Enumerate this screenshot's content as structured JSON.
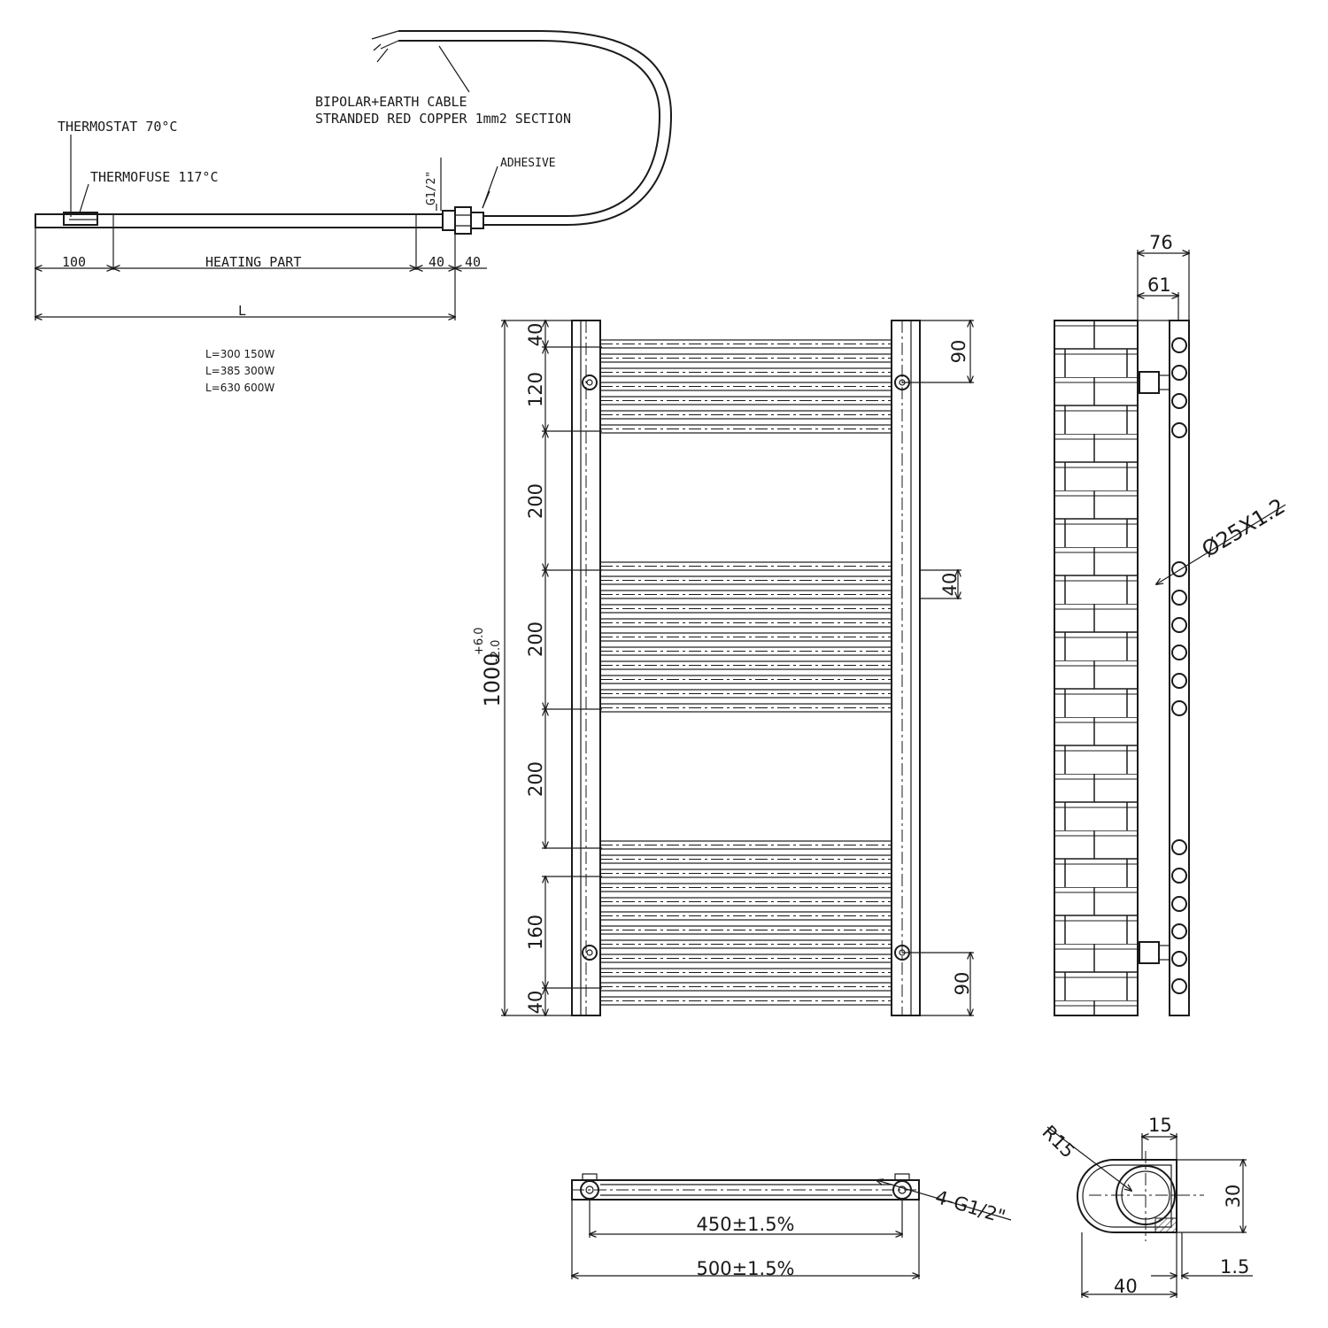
{
  "heater": {
    "thermostat": "THERMOSTAT 70°C",
    "thermofuse": "THERMOFUSE 117°C",
    "cable_line1": "BIPOLAR+EARTH CABLE",
    "cable_line2": "STRANDED RED COPPER 1mm2 SECTION",
    "adhesive": "ADHESIVE",
    "thread": "G1/2\"",
    "dim_100": "100",
    "dim_heating": "HEATING PART",
    "dim_40a": "40",
    "dim_40b": "40",
    "dim_L": "L",
    "power_table": [
      "L=300 150W",
      "L=385 300W",
      "L=630 600W"
    ]
  },
  "front": {
    "dim_top_40": "40",
    "dim_120": "120",
    "dim_200a": "200",
    "dim_200b": "200",
    "dim_200c": "200",
    "dim_160": "160",
    "dim_bottom_40": "40",
    "height_main": "1000",
    "tol_plus": "+6.0",
    "tol_minus": "-2.0",
    "dim_right_90_top": "90",
    "dim_right_40": "40",
    "dim_right_90_bottom": "90"
  },
  "side": {
    "dim_76": "76",
    "dim_61": "61",
    "tube": "Ø25X1.2"
  },
  "top_view": {
    "dim_450": "450±1.5%",
    "dim_500": "500±1.5%",
    "connections": "4-G1/2\""
  },
  "bracket": {
    "radius": "R15",
    "dim_15": "15",
    "dim_30": "30",
    "dim_1_5": "1.5",
    "dim_40": "40"
  }
}
